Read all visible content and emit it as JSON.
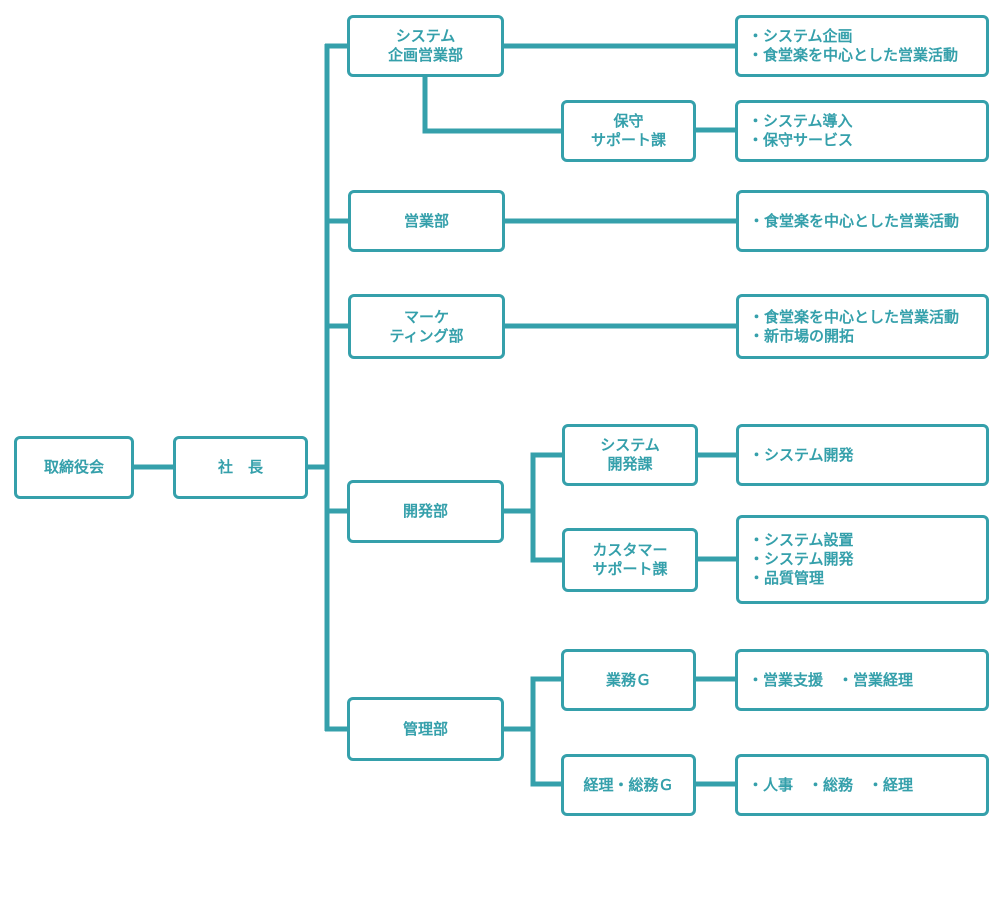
{
  "colors": {
    "accent": "#35a0ab"
  },
  "org": {
    "board": "取締役会",
    "president": "社　長",
    "sys_planning": [
      "システム",
      "企画営業部"
    ],
    "maintenance": [
      "保守",
      "サポート課"
    ],
    "sales": "営業部",
    "marketing": [
      "マーケ",
      "ティング部"
    ],
    "development": "開発部",
    "sys_section": [
      "システム",
      "開発課"
    ],
    "customer_support": [
      "カスタマー",
      "サポート課"
    ],
    "management": "管理部",
    "business_g": "業務Ｇ",
    "accounting_g": "経理・総務Ｇ"
  },
  "duties": {
    "sys_planning": [
      "・システム企画",
      "・食堂楽を中心とした営業活動"
    ],
    "maintenance": [
      "・システム導入",
      "・保守サービス"
    ],
    "sales": [
      "・食堂楽を中心とした営業活動"
    ],
    "marketing": [
      "・食堂楽を中心とした営業活動",
      "・新市場の開拓"
    ],
    "sys_section": [
      "・システム開発"
    ],
    "customer_support": [
      "・システム設置",
      "・システム開発",
      "・品質管理"
    ],
    "business_g": [
      "・営業支援　・営業経理"
    ],
    "accounting_g": [
      "・人事　・総務　・経理"
    ]
  }
}
